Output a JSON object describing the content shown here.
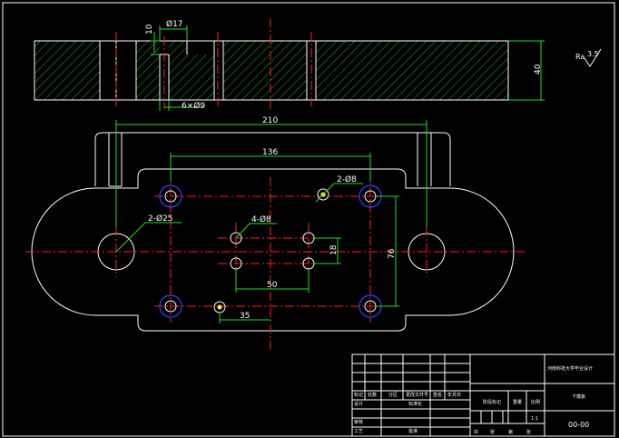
{
  "colors": {
    "background": "#000000",
    "outline": "#ffffff",
    "center_line": "#ff2020",
    "dimension": "#22dd22",
    "hatch": "#22dd22",
    "hole_ring": "#3344ff",
    "hole_fill": "#ffff33"
  },
  "dimensions": {
    "total_length": "210",
    "hole_spacing_x": "136",
    "thickness": "40",
    "slot_depth": "10",
    "counterbore_dia": "Ø17",
    "hole_pattern": "6×Ø9",
    "big_holes": "2-Ø25",
    "small_holes": "4-Ø8",
    "pin_holes": "2-Ø8",
    "hole_spacing_y": "76",
    "inner_spacing_x": "50",
    "inner_spacing_y": "18",
    "pin_offset": "35"
  },
  "roughness": {
    "value": "3.5",
    "prefix": "Ra"
  },
  "title_block": {
    "school": "河南科技大学毕业设计",
    "part_name": "下模板",
    "drawing_no": "00-00",
    "scale": "1:1",
    "row_labels": [
      "标记",
      "设计",
      "审核",
      "工艺"
    ],
    "col_labels": [
      "处数",
      "分区",
      "更改文件号",
      "签名",
      "年月日"
    ],
    "stage_label": "阶段标记",
    "weight_label": "重量",
    "scale_label": "比例",
    "std_label": "标准化",
    "approve_label": "批准",
    "sheet_labels": [
      "共",
      "张",
      "第",
      "张"
    ]
  }
}
